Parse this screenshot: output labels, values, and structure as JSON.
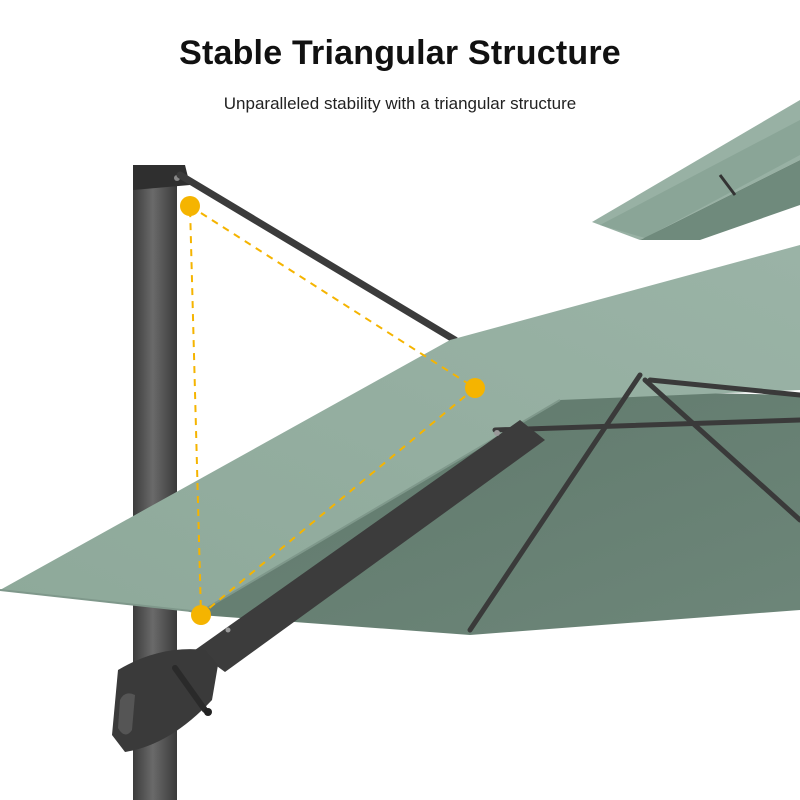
{
  "heading": {
    "title": "Stable Triangular Structure",
    "subtitle": "Unparalleled stability with a triangular structure"
  },
  "product_image": {
    "subject": "cantilever-patio-umbrella",
    "canopy_color": "#8fa89b",
    "canopy_underside_color": "#6e8779",
    "frame_color": "#4a4a4a",
    "marker_color": "#f5b400",
    "diagram_line_style": "dashed"
  }
}
